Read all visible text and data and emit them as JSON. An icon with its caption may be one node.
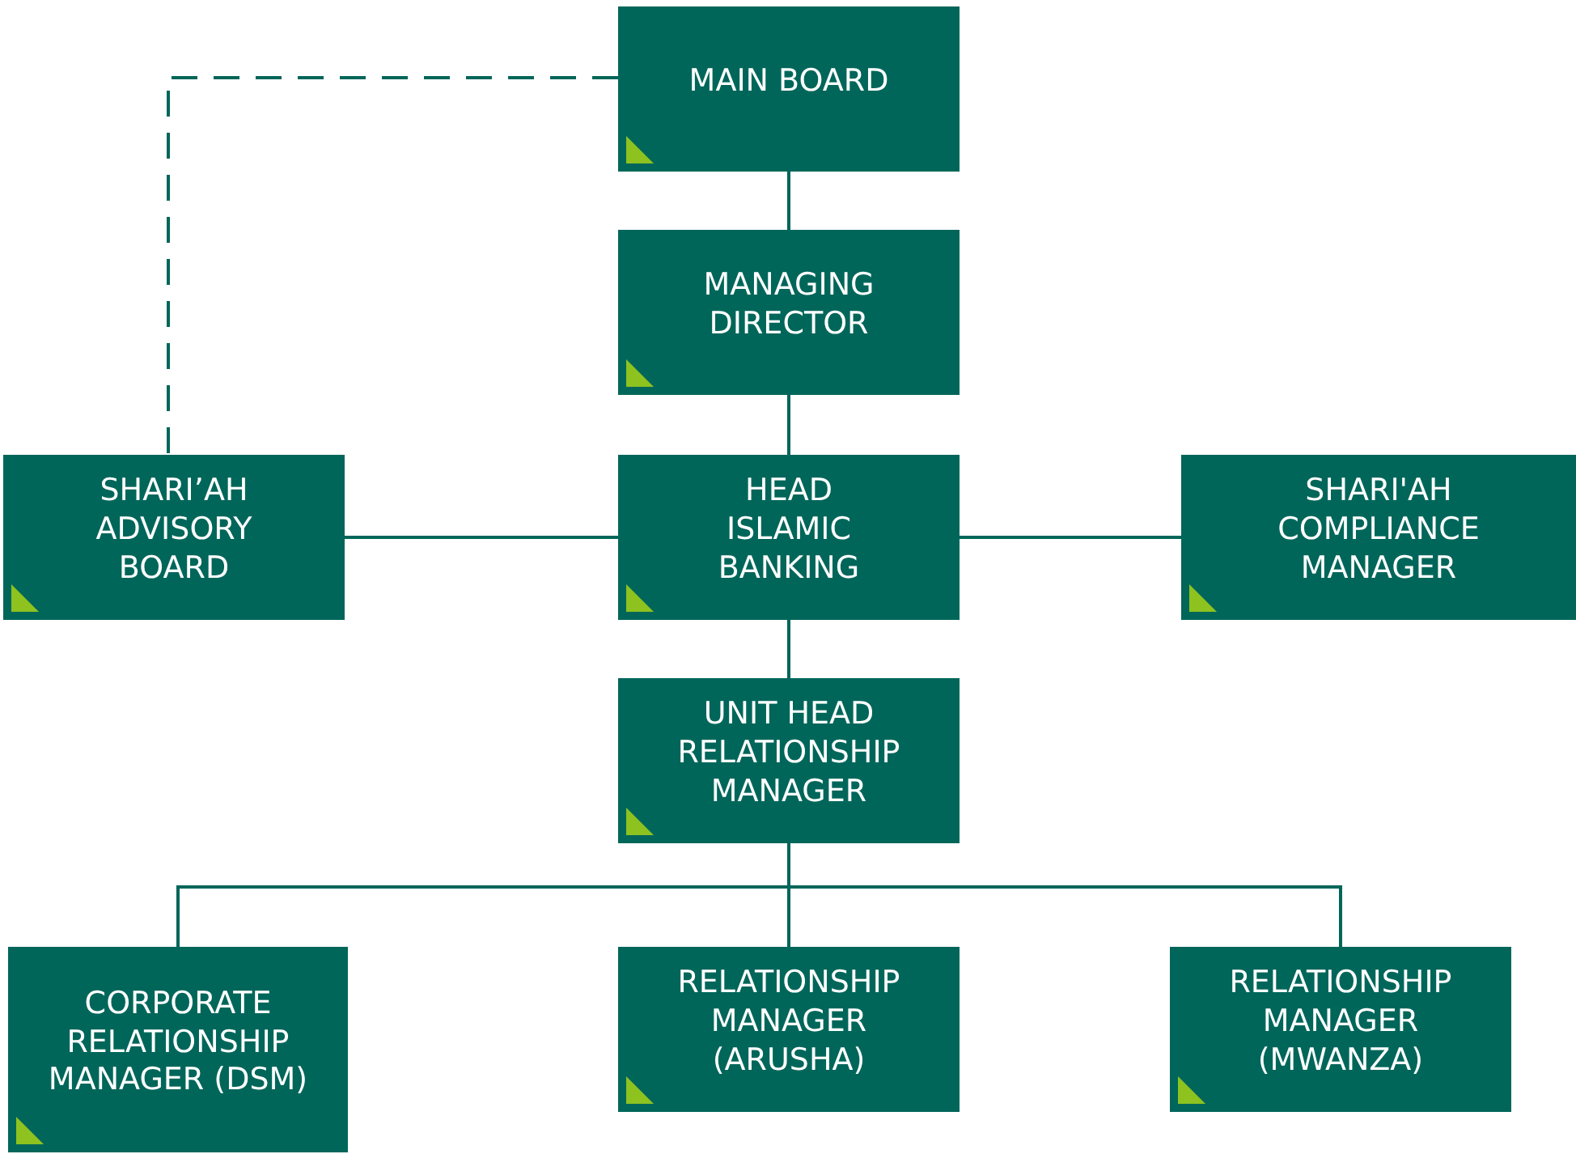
{
  "diagram": {
    "nodes": [
      {
        "text": [
          "MAIN BOARD"
        ]
      },
      {
        "text": [
          "MANAGING DIRECTOR"
        ]
      },
      {
        "text": [
          "SHARI’AH ADVISORY BOARD"
        ]
      },
      {
        "text": [
          "HEAD ISLAMIC BANKING"
        ]
      },
      {
        "text": [
          "SHARI'AH COMPLIANCE MANAGER"
        ]
      },
      {
        "text": [
          "UNIT HEAD RELATIONSHIP MANAGER"
        ]
      },
      {
        "text": [
          "CORPORATE RELATIONSHIP MANAGER (DSM)"
        ]
      },
      {
        "text": [
          "RELATIONSHIP MANAGER (ARUSHA)"
        ]
      },
      {
        "text": [
          "RELATIONSHIP MANAGER (MWANZA)"
        ]
      }
    ],
    "edges": [
      {
        "from": 0,
        "to": 1,
        "arrow": "none"
      },
      {
        "from": 1,
        "to": 3,
        "arrow": "none"
      },
      {
        "from": 0,
        "to": 2,
        "arrow": "none",
        "style": "dashed"
      },
      {
        "from": 3,
        "to": 2,
        "arrow": "none"
      },
      {
        "from": 3,
        "to": 4,
        "arrow": "none"
      },
      {
        "from": 3,
        "to": 5,
        "arrow": "none"
      },
      {
        "from": 5,
        "to": 6,
        "arrow": "none"
      },
      {
        "from": 5,
        "to": 7,
        "arrow": "none"
      },
      {
        "from": 5,
        "to": 8,
        "arrow": "none"
      }
    ]
  }
}
